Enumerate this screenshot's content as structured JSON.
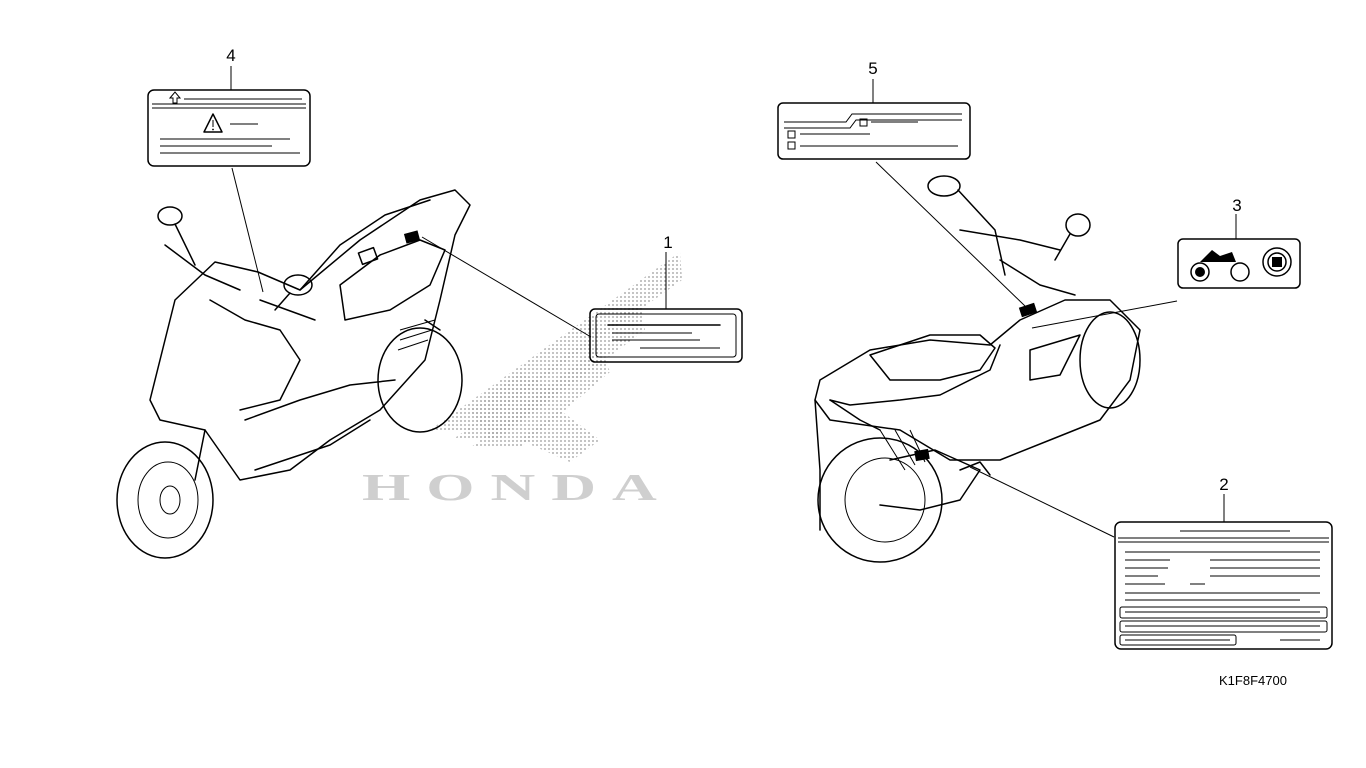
{
  "figure": {
    "diagram_code": "K1F8F4700",
    "watermark_brand": "HONDA"
  },
  "callouts": [
    {
      "ref": "1",
      "text": "1"
    },
    {
      "ref": "2",
      "text": "2"
    },
    {
      "ref": "3",
      "text": "3"
    },
    {
      "ref": "4",
      "text": "4"
    },
    {
      "ref": "5",
      "text": "5"
    }
  ]
}
